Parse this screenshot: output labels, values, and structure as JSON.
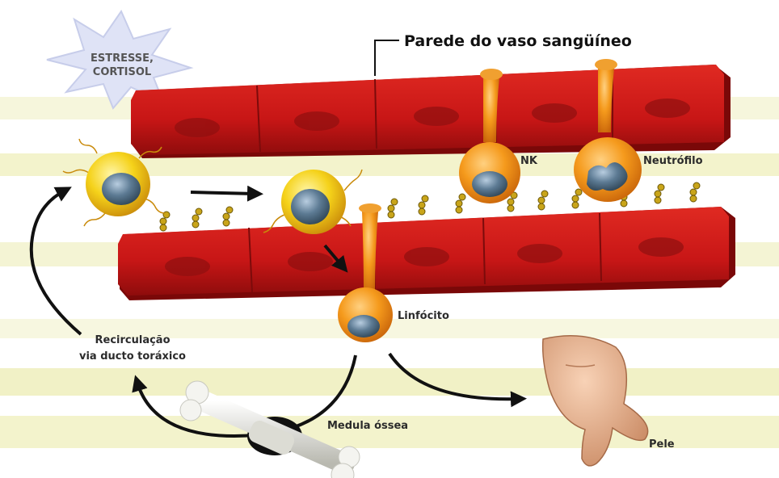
{
  "labels": {
    "vessel_wall": "Parede do vaso sangüíneo",
    "stress_line1": "ESTRESSE,",
    "stress_line2": "CORTISOL",
    "nk": "NK",
    "neutrophil": "Neutrófilo",
    "lymphocyte": "Linfócito",
    "recirc_line1": "Recirculação",
    "recirc_line2": "via ducto toráxico",
    "bone_marrow": "Medula óssea",
    "skin": "Pele"
  },
  "colors": {
    "vessel_red": "#d01a1a",
    "vessel_dark": "#8e0c0c",
    "band_yellow": "#f3f3c8",
    "cell_yellow": "#f5d21a",
    "cell_orange": "#f59a1c",
    "nucleus_blue": "#4f6d84",
    "star_fill": "#dfe3f6"
  }
}
